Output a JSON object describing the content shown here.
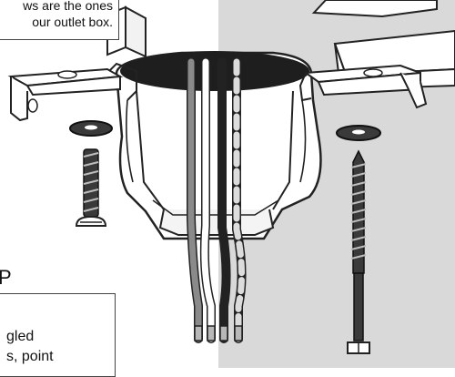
{
  "callout_top": {
    "line1": "ws are the ones",
    "line2": "our outlet box."
  },
  "tip": {
    "heading": "P",
    "line1": "gled",
    "line2": "s, point"
  },
  "colors": {
    "ceiling_grey": "#d8d8d8",
    "box_dark": "#222222",
    "wire_grey": "#8a8a8a",
    "wire_black": "#222222",
    "outline": "#222222"
  },
  "icons": [
    "outlet-box",
    "mounting-bracket",
    "machine-screw-icon",
    "wood-screw-icon",
    "washer-icon",
    "wire-icon"
  ]
}
